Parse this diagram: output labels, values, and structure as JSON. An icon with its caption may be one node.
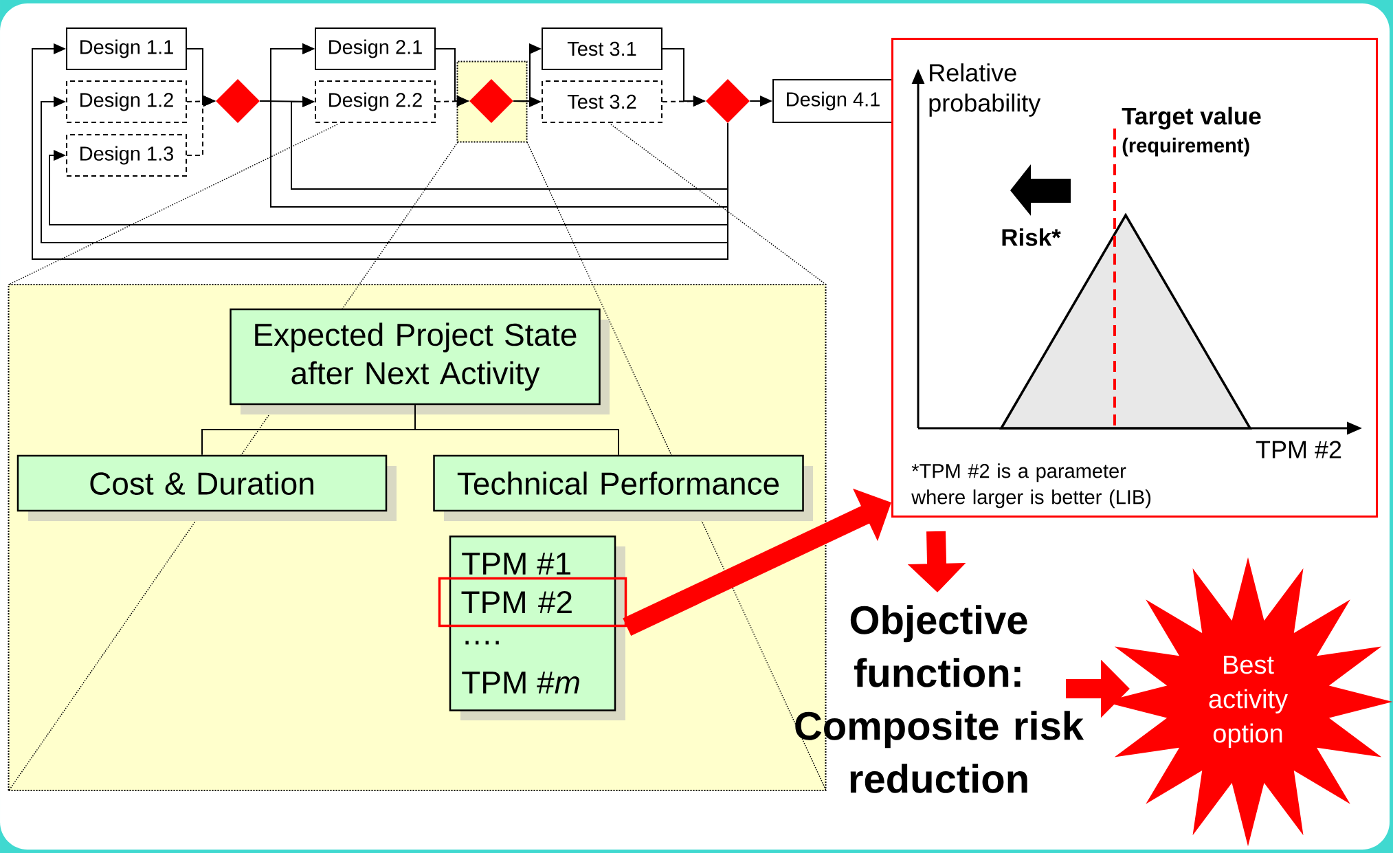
{
  "diagram": {
    "nodes": [
      {
        "text": [
          "Design 1.1"
        ]
      },
      {
        "text": [
          "Design 1.2"
        ]
      },
      {
        "text": [
          "Design 1.3"
        ]
      },
      {
        "text": [],
        "shape": "diamond"
      },
      {
        "text": [
          "Design 2.1"
        ]
      },
      {
        "text": [
          "Design 2.2"
        ]
      },
      {
        "text": [],
        "shape": "box"
      },
      {
        "text": [],
        "shape": "diamond",
        "in": 6
      },
      {
        "text": [
          "Test 3.1"
        ]
      },
      {
        "text": [
          "Test 3.2"
        ]
      },
      {
        "text": [],
        "shape": "diamond"
      },
      {
        "text": [
          "Design 4.1"
        ]
      },
      {
        "text": [],
        "shape": "box"
      },
      {
        "text": [
          "Expected Project State after Next Activity"
        ],
        "in": 12
      },
      {
        "text": [
          "Cost & Duration"
        ],
        "in": 12
      },
      {
        "text": [
          "Technical Performance"
        ],
        "in": 12
      },
      {
        "text": [
          "TPM #1",
          "….",
          "TPM #*m*"
        ],
        "in": 12
      },
      {
        "text": [
          "TPM #2"
        ],
        "in": 12
      },
      {
        "text": [
          "Relative probability",
          "Target value",
          "(requirement)",
          "Risk*",
          "TPM #2",
          "*TPM #2 is a parameter where larger is better (LIB)"
        ]
      },
      {
        "text": [
          "Objective function: Composite risk reduction"
        ]
      },
      {
        "text": [
          "Best activity option"
        ]
      }
    ],
    "edges": [
      {
        "from": 0,
        "to": 3,
        "arrow": "to"
      },
      {
        "from": 1,
        "to": 3,
        "arrow": "to",
        "style": "dashed"
      },
      {
        "from": 2,
        "to": 3,
        "arrow": "to",
        "style": "dashed"
      },
      {
        "from": 3,
        "to": 4,
        "arrow": "to"
      },
      {
        "from": 3,
        "to": 5,
        "arrow": "to"
      },
      {
        "from": 4,
        "to": 7,
        "arrow": "to"
      },
      {
        "from": 5,
        "to": 7,
        "arrow": "to",
        "style": "dashed"
      },
      {
        "from": 7,
        "to": 8,
        "arrow": "to"
      },
      {
        "from": 7,
        "to": 9,
        "arrow": "to"
      },
      {
        "from": 8,
        "to": 10,
        "arrow": "to"
      },
      {
        "from": 9,
        "to": 10,
        "arrow": "to",
        "style": "dashed"
      },
      {
        "from": 10,
        "to": 11,
        "arrow": "to"
      },
      {
        "from": 10,
        "to": 5,
        "arrow": "to"
      },
      {
        "from": 10,
        "to": 4,
        "arrow": "to"
      },
      {
        "from": 10,
        "to": 2,
        "arrow": "to"
      },
      {
        "from": 10,
        "to": 1,
        "arrow": "to"
      },
      {
        "from": 10,
        "to": 0,
        "arrow": "to"
      },
      {
        "from": 13,
        "to": 14,
        "arrow": "none"
      },
      {
        "from": 13,
        "to": 15,
        "arrow": "none"
      },
      {
        "from": 17,
        "to": 18,
        "arrow": "to",
        "style": "thick",
        "color": "#ff0000"
      },
      {
        "from": 18,
        "to": 19,
        "arrow": "to",
        "style": "thick",
        "color": "#ff0000"
      },
      {
        "from": 19,
        "to": 20,
        "arrow": "to",
        "style": "thick",
        "color": "#ff0000"
      }
    ]
  }
}
